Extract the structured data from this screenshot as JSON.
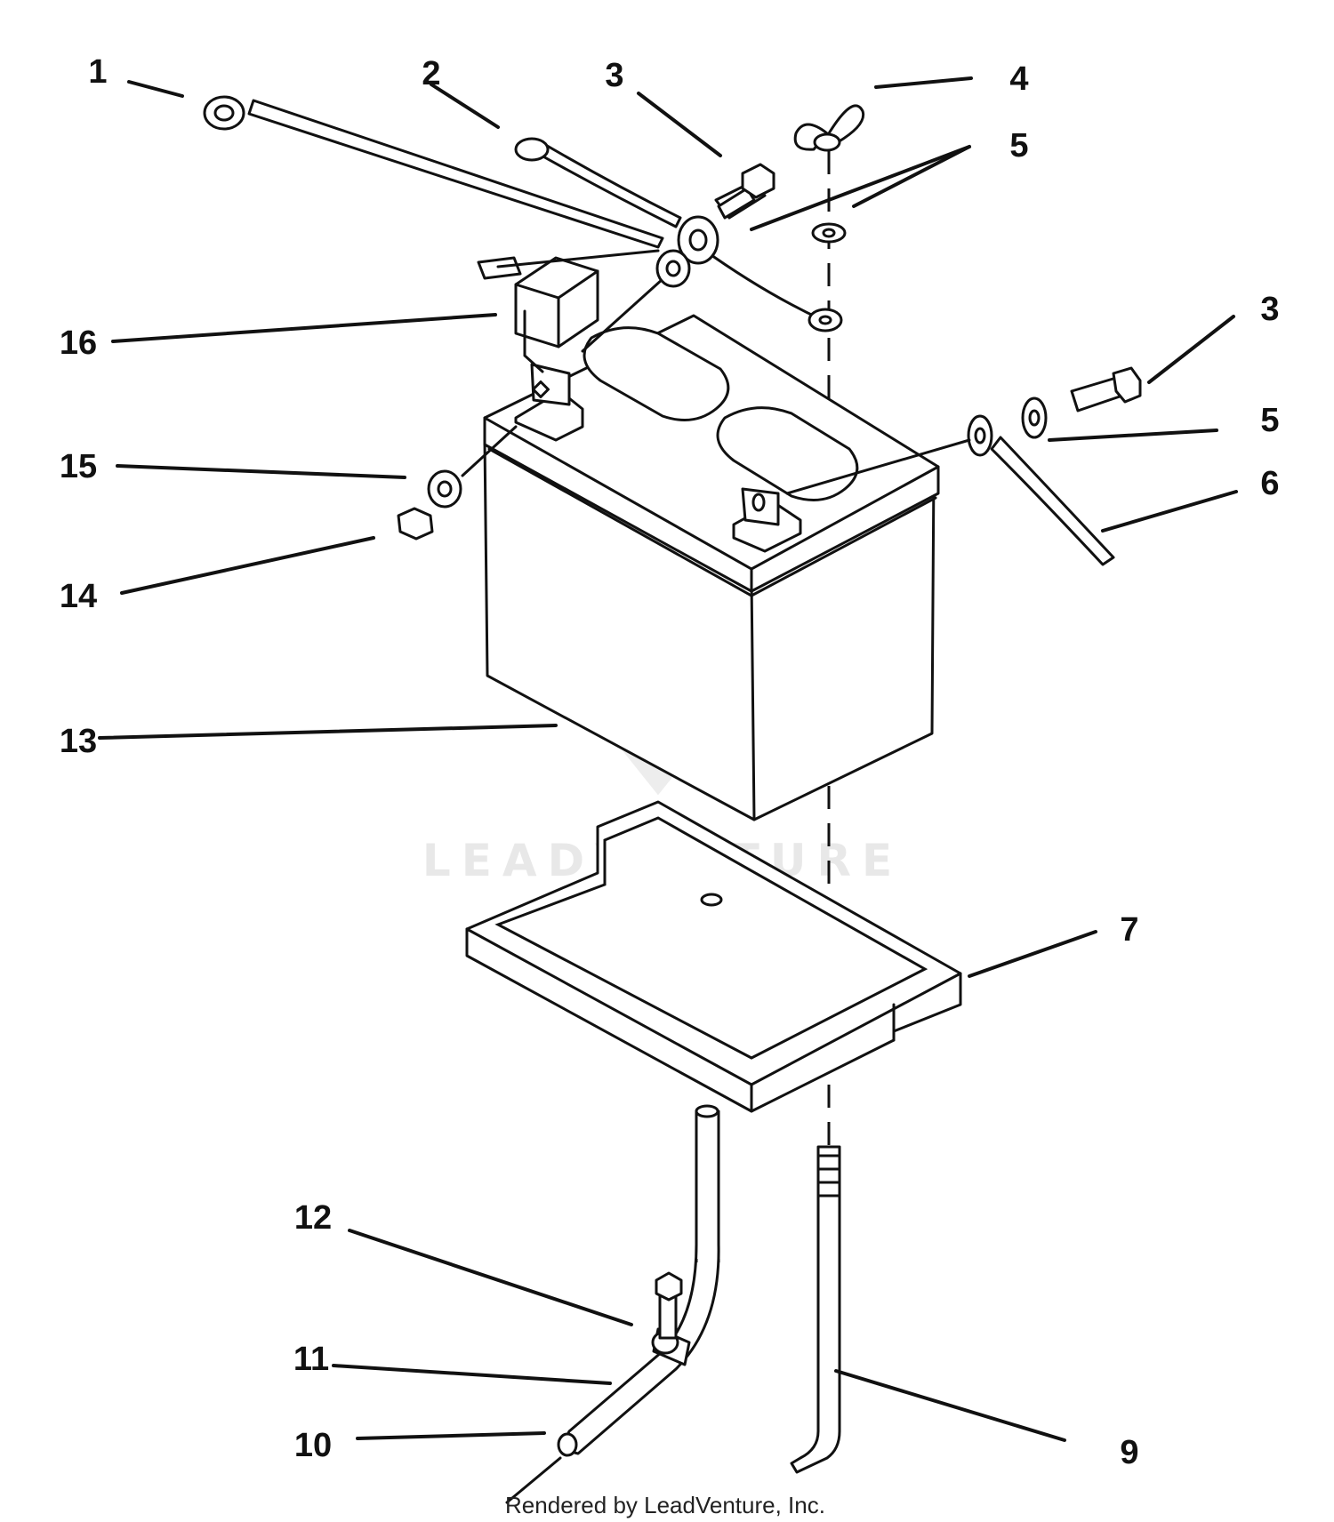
{
  "diagram": {
    "footer_text": "Rendered by LeadVenture, Inc.",
    "watermark_text": "LEADVENTURE",
    "callouts": [
      {
        "id": "c1",
        "label": "1"
      },
      {
        "id": "c2",
        "label": "2"
      },
      {
        "id": "c3a",
        "label": "3"
      },
      {
        "id": "c4",
        "label": "4"
      },
      {
        "id": "c5a",
        "label": "5"
      },
      {
        "id": "c3b",
        "label": "3"
      },
      {
        "id": "c5b",
        "label": "5"
      },
      {
        "id": "c6",
        "label": "6"
      },
      {
        "id": "c7",
        "label": "7"
      },
      {
        "id": "c9",
        "label": "9"
      },
      {
        "id": "c10",
        "label": "10"
      },
      {
        "id": "c11",
        "label": "11"
      },
      {
        "id": "c12",
        "label": "12"
      },
      {
        "id": "c13",
        "label": "13"
      },
      {
        "id": "c14",
        "label": "14"
      },
      {
        "id": "c15",
        "label": "15"
      },
      {
        "id": "c16",
        "label": "16"
      }
    ]
  }
}
